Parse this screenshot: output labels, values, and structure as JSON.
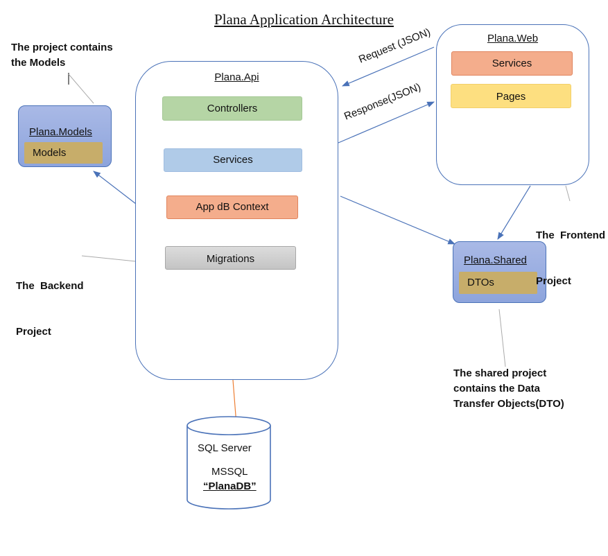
{
  "title": "Plana Application Architecture",
  "api": {
    "title": "Plana.Api",
    "components": [
      "Controllers",
      "Services",
      "App dB Context",
      "Migrations"
    ]
  },
  "web": {
    "title": "Plana.Web",
    "components": [
      "Services",
      "Pages"
    ]
  },
  "models": {
    "title": "Plana.Models",
    "inner": "Models"
  },
  "shared": {
    "title": "Plana.Shared",
    "inner": "DTOs"
  },
  "database": {
    "line1": "SQL Server",
    "line2": "MSSQL",
    "line3": "“PlanaDB”"
  },
  "arrows": {
    "request": "Request (JSON)",
    "response": "Response(JSON)"
  },
  "notes": {
    "models_note": [
      "The project contains",
      "the Models"
    ],
    "backend_note": [
      "The  Backend",
      "Project"
    ],
    "frontend_note": [
      "The  Frontend",
      "Project"
    ],
    "shared_note": [
      "The shared project",
      "contains the Data",
      "Transfer Objects(DTO)"
    ]
  },
  "colors": {
    "border_blue": "#4a72b8",
    "arrow_blue": "#4a72b8",
    "arrow_orange": "#ed7d31",
    "controllers_green": "#b5d5a5",
    "services_blue": "#b0cbe8",
    "context_salmon": "#f4ad8c",
    "migrations_grey": "#c4c4c4",
    "pages_yellow": "#fddf80",
    "models_gold": "#c7ad6a"
  }
}
